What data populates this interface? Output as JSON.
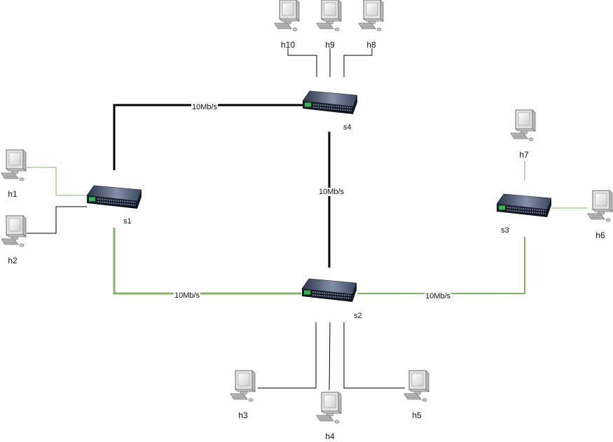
{
  "colors": {
    "link_black": "#000000",
    "link_green": "#82b366",
    "label": "#111111"
  },
  "switches": [
    {
      "id": "s1",
      "label": "s1",
      "icon": "network-switch-icon"
    },
    {
      "id": "s2",
      "label": "s2",
      "icon": "network-switch-icon"
    },
    {
      "id": "s3",
      "label": "s3",
      "icon": "network-switch-icon"
    },
    {
      "id": "s4",
      "label": "s4",
      "icon": "network-switch-icon"
    }
  ],
  "hosts": [
    {
      "id": "h1",
      "label": "h1",
      "icon": "computer-icon"
    },
    {
      "id": "h2",
      "label": "h2",
      "icon": "computer-icon"
    },
    {
      "id": "h3",
      "label": "h3",
      "icon": "computer-icon"
    },
    {
      "id": "h4",
      "label": "h4",
      "icon": "computer-icon"
    },
    {
      "id": "h5",
      "label": "h5",
      "icon": "computer-icon"
    },
    {
      "id": "h6",
      "label": "h6",
      "icon": "computer-icon"
    },
    {
      "id": "h7",
      "label": "h7",
      "icon": "computer-icon"
    },
    {
      "id": "h8",
      "label": "h8",
      "icon": "computer-icon"
    },
    {
      "id": "h9",
      "label": "h9",
      "icon": "computer-icon"
    },
    {
      "id": "h10",
      "label": "h10",
      "icon": "computer-icon"
    }
  ],
  "links": [
    {
      "from": "s1",
      "to": "s4",
      "label": "10Mb/s",
      "color": "black"
    },
    {
      "from": "s4",
      "to": "s2",
      "label": "10Mb/s",
      "color": "black"
    },
    {
      "from": "s1",
      "to": "s2",
      "label": "10Mb/s",
      "color": "green"
    },
    {
      "from": "s2",
      "to": "s3",
      "label": "10Mb/s",
      "color": "green"
    }
  ]
}
